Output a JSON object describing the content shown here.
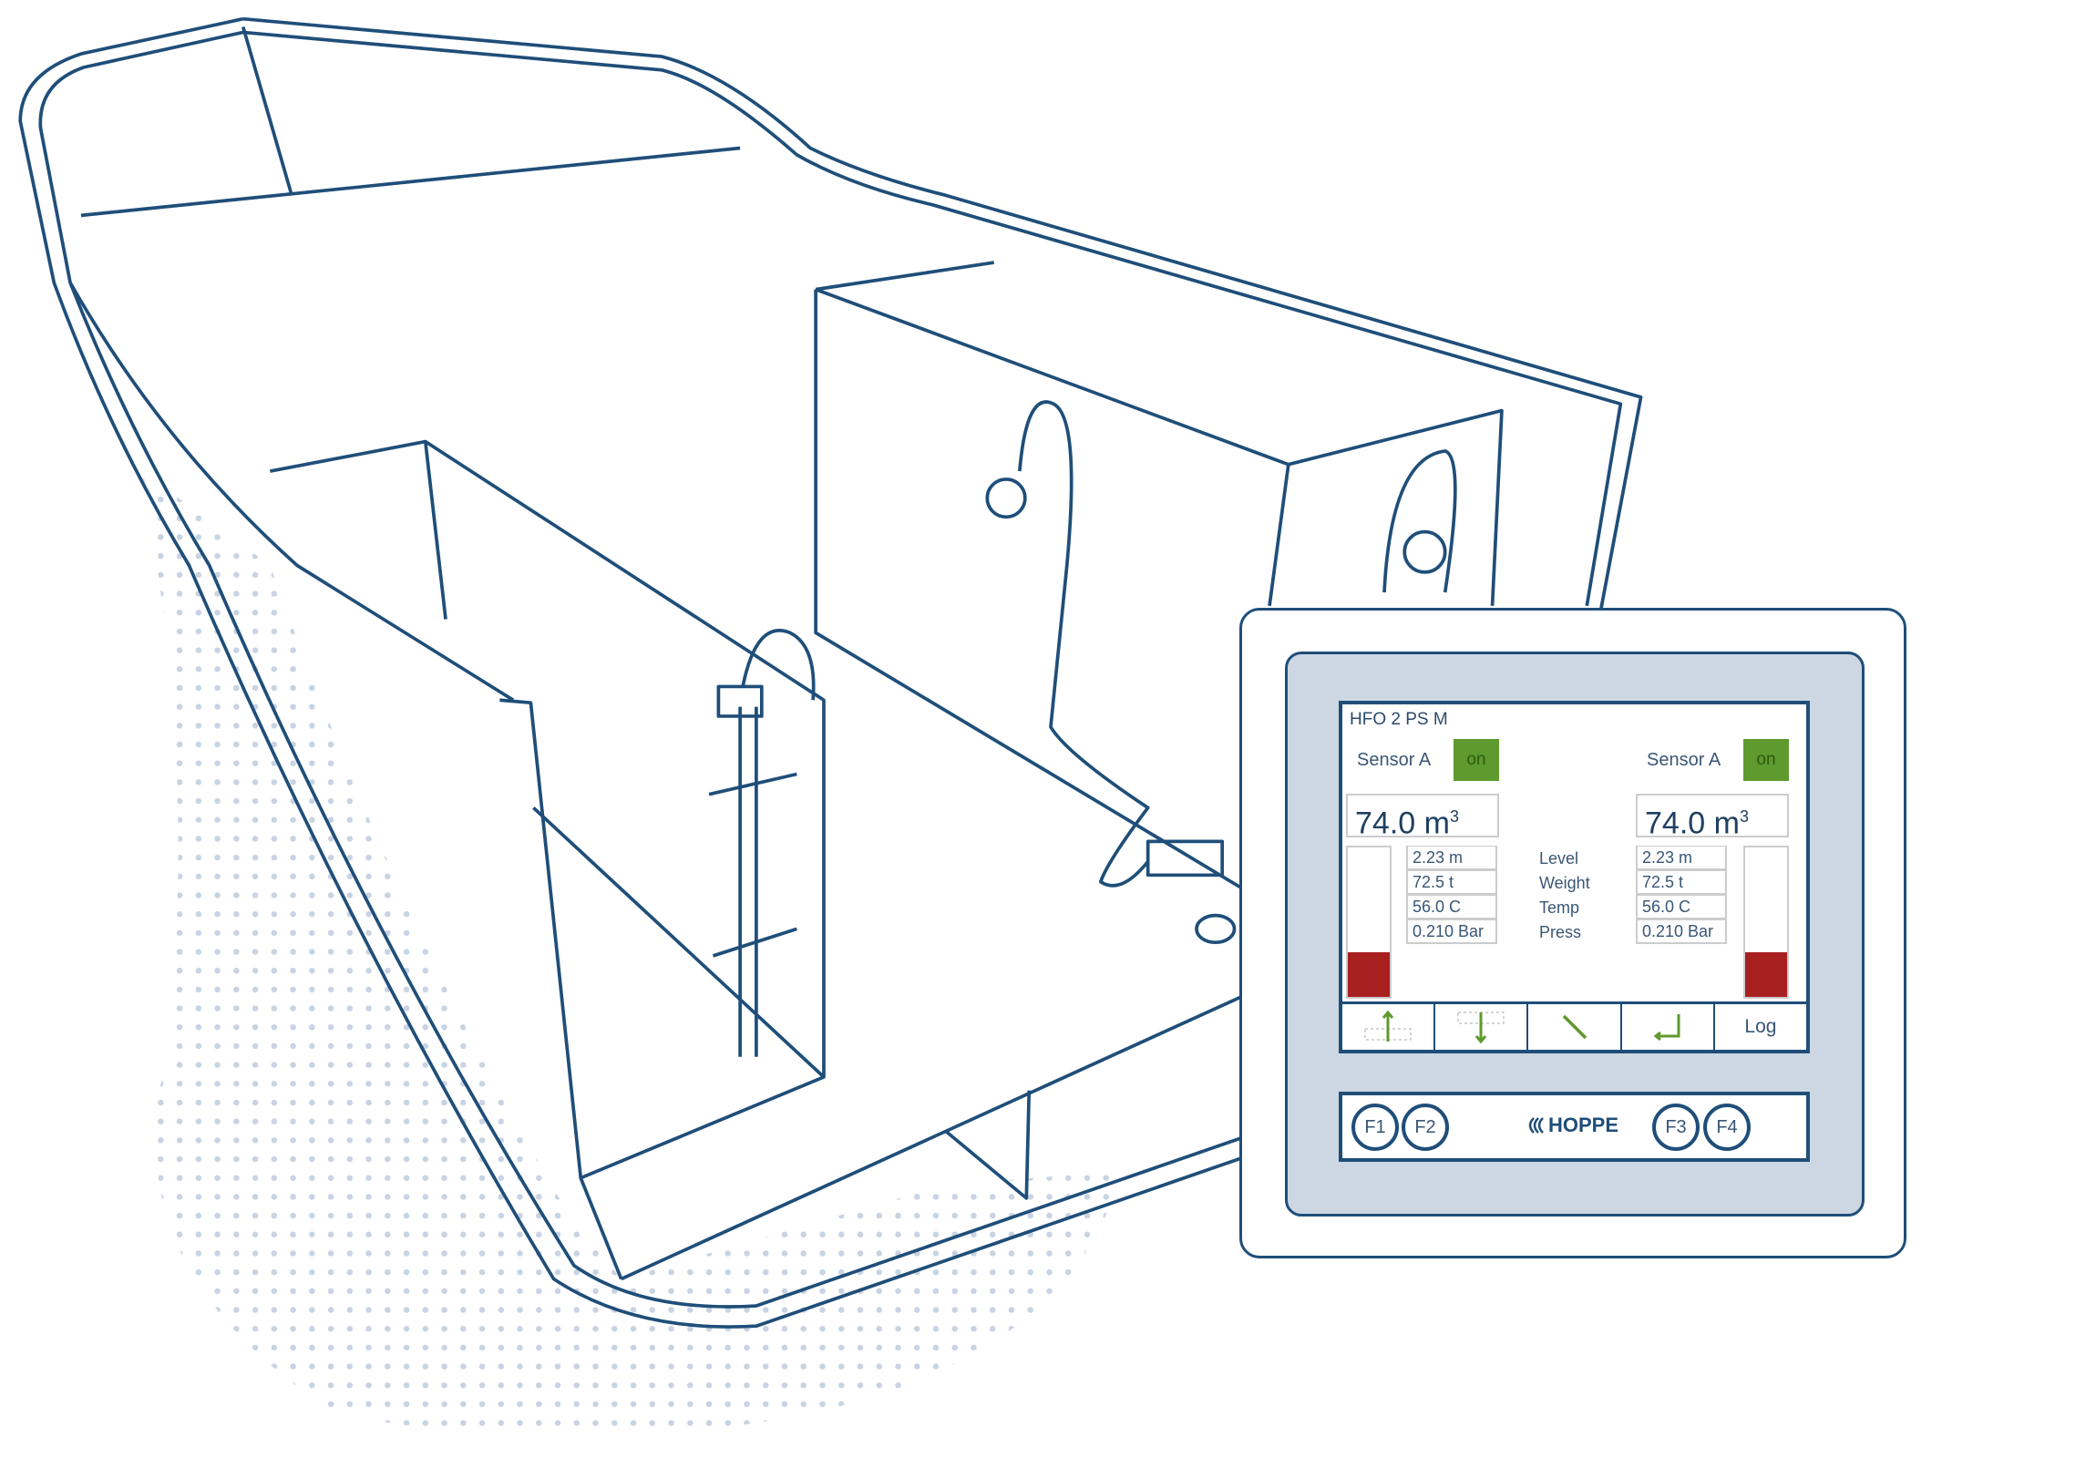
{
  "display": {
    "title": "HFO 2 PS M",
    "left": {
      "sensor_label": "Sensor A",
      "status": "on",
      "volume": "74.0 m",
      "volume_sup": "3",
      "fill_fraction": 0.3,
      "values": [
        "2.23 m",
        "72.5 t",
        "56.0 C",
        "0.210 Bar"
      ]
    },
    "right": {
      "sensor_label": "Sensor A",
      "status": "on",
      "volume": "74.0 m",
      "volume_sup": "3",
      "fill_fraction": 0.3,
      "values": [
        "2.23 m",
        "72.5 t",
        "56.0 C",
        "0.210 Bar"
      ]
    },
    "labels": [
      "Level",
      "Weight",
      "Temp",
      "Press"
    ],
    "toolbar": [
      {
        "icon": "fill-up-icon"
      },
      {
        "icon": "drain-down-icon"
      },
      {
        "icon": "diagonal-arrow-icon"
      },
      {
        "icon": "return-arrow-icon"
      },
      {
        "label": "Log"
      }
    ]
  },
  "function_keys": [
    "F1",
    "F2",
    "F3",
    "F4"
  ],
  "logo": "HOPPE",
  "colors": {
    "line": "#1f4e79",
    "status_on": "#5f9a2e",
    "level_fill": "#a82020",
    "bezel": "#cdd7e3",
    "dots": "#c8d3e3"
  }
}
